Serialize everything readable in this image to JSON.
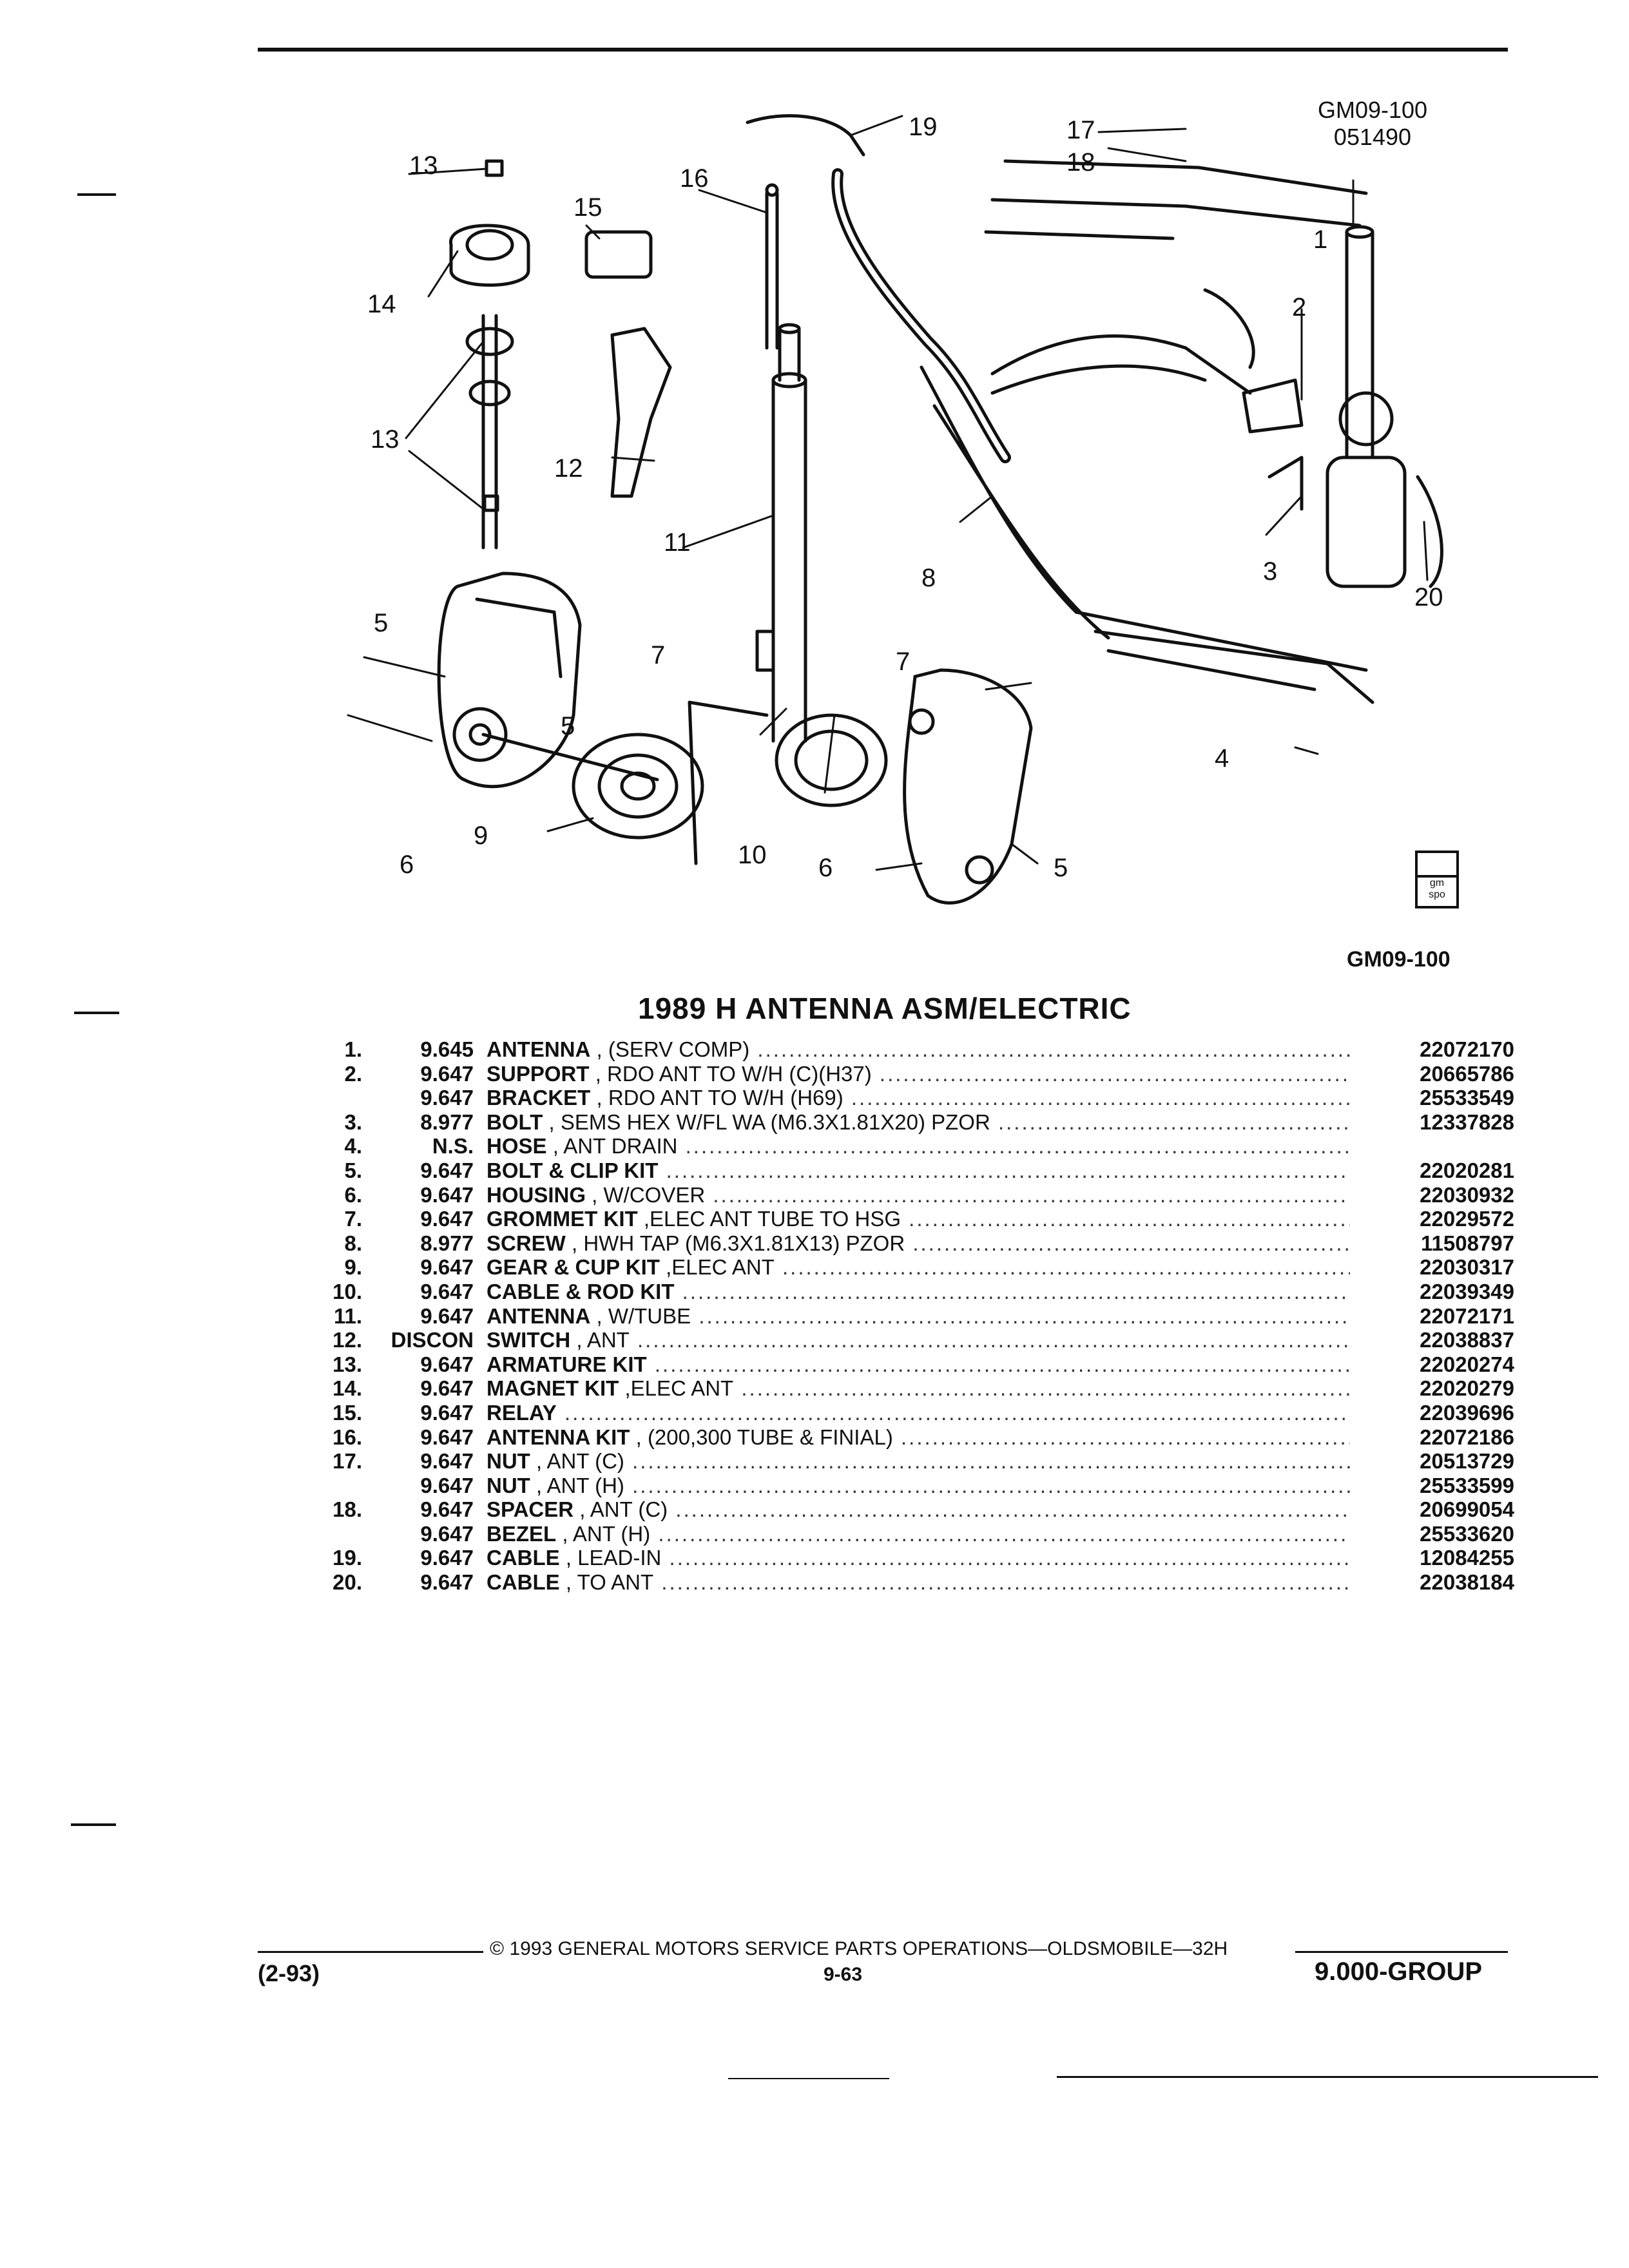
{
  "header": {
    "code": "GM09-100",
    "date_code": "051490"
  },
  "diagram": {
    "caption": "GM09-100",
    "logo_text": "gm spo",
    "labels": [
      "1",
      "2",
      "3",
      "4",
      "5",
      "5",
      "5",
      "6",
      "6",
      "7",
      "7",
      "8",
      "9",
      "10",
      "11",
      "12",
      "13",
      "13",
      "14",
      "15",
      "16",
      "17",
      "18",
      "19",
      "20"
    ]
  },
  "title": "1989 H ANTENNA ASM/ELECTRIC",
  "parts": [
    {
      "index": "1.",
      "group": "9.645",
      "name": "ANTENNA",
      "detail": " , (SERV COMP)",
      "part_number": "22072170"
    },
    {
      "index": "2.",
      "group": "9.647",
      "name": "SUPPORT",
      "detail": " , RDO ANT TO W/H (C)(H37)",
      "part_number": "20665786"
    },
    {
      "index": "",
      "group": "9.647",
      "name": "BRACKET",
      "detail": " , RDO ANT TO W/H (H69)",
      "part_number": "25533549"
    },
    {
      "index": "3.",
      "group": "8.977",
      "name": "BOLT",
      "detail": " , SEMS HEX W/FL WA (M6.3X1.81X20) PZOR",
      "part_number": "12337828"
    },
    {
      "index": "4.",
      "group": "N.S.",
      "name": "HOSE",
      "detail": " , ANT DRAIN",
      "part_number": ""
    },
    {
      "index": "5.",
      "group": "9.647",
      "name": "BOLT & CLIP KIT",
      "detail": "",
      "part_number": "22020281"
    },
    {
      "index": "6.",
      "group": "9.647",
      "name": "HOUSING",
      "detail": " , W/COVER",
      "part_number": "22030932"
    },
    {
      "index": "7.",
      "group": "9.647",
      "name": "GROMMET KIT",
      "detail": " ,ELEC ANT TUBE TO HSG",
      "part_number": "22029572"
    },
    {
      "index": "8.",
      "group": "8.977",
      "name": "SCREW",
      "detail": " , HWH TAP (M6.3X1.81X13) PZOR",
      "part_number": "11508797"
    },
    {
      "index": "9.",
      "group": "9.647",
      "name": "GEAR & CUP KIT",
      "detail": " ,ELEC ANT",
      "part_number": "22030317"
    },
    {
      "index": "10.",
      "group": "9.647",
      "name": "CABLE & ROD KIT",
      "detail": "",
      "part_number": "22039349"
    },
    {
      "index": "11.",
      "group": "9.647",
      "name": "ANTENNA",
      "detail": " , W/TUBE",
      "part_number": "22072171"
    },
    {
      "index": "12.",
      "group": "DISCON",
      "name": "SWITCH",
      "detail": " , ANT",
      "part_number": "22038837"
    },
    {
      "index": "13.",
      "group": "9.647",
      "name": "ARMATURE KIT",
      "detail": "",
      "part_number": "22020274"
    },
    {
      "index": "14.",
      "group": "9.647",
      "name": "MAGNET KIT",
      "detail": " ,ELEC ANT",
      "part_number": "22020279"
    },
    {
      "index": "15.",
      "group": "9.647",
      "name": "RELAY",
      "detail": "",
      "part_number": "22039696"
    },
    {
      "index": "16.",
      "group": "9.647",
      "name": "ANTENNA KIT",
      "detail": " , (200,300 TUBE & FINIAL)",
      "part_number": "22072186"
    },
    {
      "index": "17.",
      "group": "9.647",
      "name": "NUT",
      "detail": " , ANT (C)",
      "part_number": "20513729"
    },
    {
      "index": "",
      "group": "9.647",
      "name": "NUT",
      "detail": " , ANT (H)",
      "part_number": "25533599"
    },
    {
      "index": "18.",
      "group": "9.647",
      "name": "SPACER",
      "detail": " , ANT (C)",
      "part_number": "20699054"
    },
    {
      "index": "",
      "group": "9.647",
      "name": "BEZEL",
      "detail": " , ANT (H)",
      "part_number": "25533620"
    },
    {
      "index": "19.",
      "group": "9.647",
      "name": "CABLE",
      "detail": " , LEAD-IN",
      "part_number": "12084255"
    },
    {
      "index": "20.",
      "group": "9.647",
      "name": "CABLE",
      "detail": " , TO ANT",
      "part_number": "22038184"
    }
  ],
  "footer": {
    "copyright": "© 1993 GENERAL MOTORS SERVICE PARTS OPERATIONS—OLDSMOBILE—32H",
    "revision": "(2-93)",
    "page": "9-63",
    "group": "9.000-GROUP"
  }
}
